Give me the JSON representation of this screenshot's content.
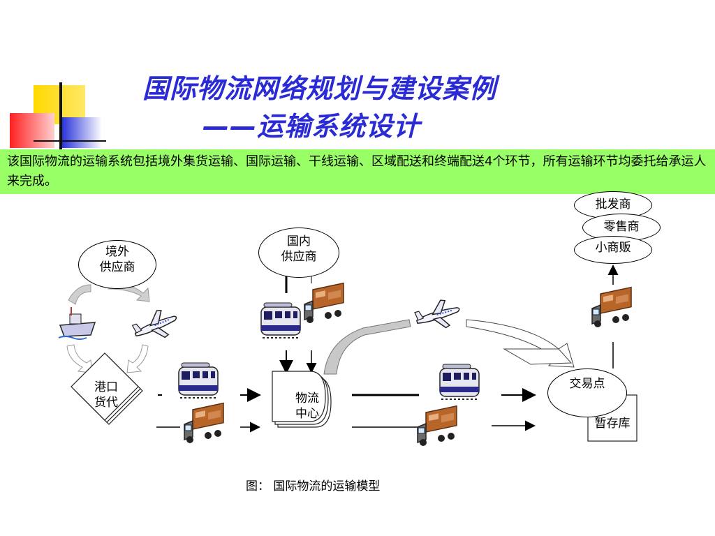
{
  "slide": {
    "title_line1": "国际物流网络规划与建设案例",
    "title_line2": "——运输系统设计",
    "description": "该国际物流的运输系统包括境外集货运输、国际运输、干线运输、区域配送和终端配送4个环节，所有运输环节均委托给承运人来完成。",
    "caption": "图：  国际物流的运输模型"
  },
  "diagram": {
    "overseas_supplier": [
      "境外",
      "供应商"
    ],
    "domestic_supplier": [
      "国内",
      "供应商"
    ],
    "port_cargo": [
      "港口",
      "货代"
    ],
    "logistics_center": [
      "物流",
      "中心"
    ],
    "trade_point": "交易点",
    "temp_storage": "暂存库",
    "wholesaler": "批发商",
    "retailer": "零售商",
    "small_vendor": "小商贩"
  },
  "colors": {
    "title": "#2b2bd6",
    "band": "#99ff66",
    "truck_cargo": "#b8652a",
    "truck_cab": "#6b6b6b",
    "train_body": "#2a2a8a"
  }
}
